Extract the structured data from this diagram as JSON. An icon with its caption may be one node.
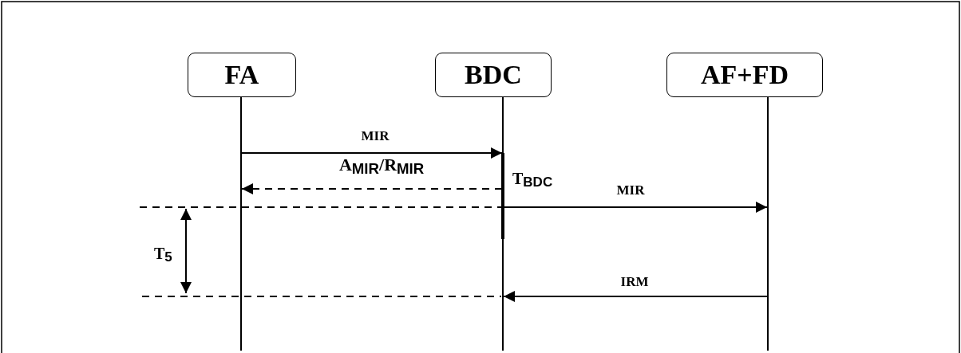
{
  "diagram": {
    "nodes": [
      {
        "text": [
          "FA"
        ]
      },
      {
        "text": [
          "BDC"
        ]
      },
      {
        "text": [
          "AF+FD"
        ]
      },
      {
        "text": [],
        "shape": "bar"
      },
      {
        "text": [],
        "shape": "bar"
      },
      {
        "text": [],
        "shape": "bar"
      }
    ],
    "edges": [
      {
        "from": 0,
        "to": 3,
        "arrow": "none"
      },
      {
        "from": 1,
        "to": 4,
        "arrow": "none"
      },
      {
        "from": 2,
        "to": 5,
        "arrow": "none"
      },
      {
        "from": 3,
        "to": 4,
        "arrow": "to",
        "label": "MIR"
      },
      {
        "from": 4,
        "to": 3,
        "arrow": "to",
        "label": "A$_{MIR}$/R$_{MIR}$",
        "style": "dashed"
      },
      {
        "from": 4,
        "to": 5,
        "arrow": "to",
        "label": "MIR"
      },
      {
        "from": 5,
        "to": 4,
        "arrow": "to",
        "label": "IRM"
      }
    ],
    "labels": [
      "T$_{BDC}$",
      "T$_{5}$"
    ]
  }
}
